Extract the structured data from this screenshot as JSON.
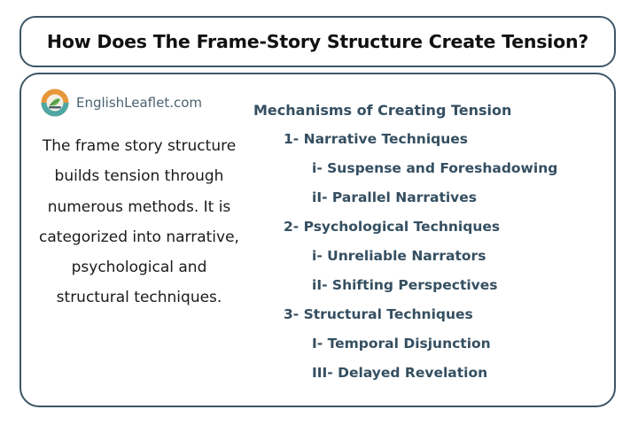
{
  "title": "How Does The Frame-Story Structure Create Tension?",
  "brand": {
    "name": "EnglishLeaflet.com",
    "logo_icon": "englishleaflet-logo-icon",
    "colors": {
      "border": "#3d5765",
      "outline_text": "#354f61",
      "logo_orange": "#e8963a",
      "logo_teal": "#4fa7a3"
    }
  },
  "description": "The frame story structure builds tension through numerous methods. It is categorized into narrative, psychological and structural techniques.",
  "outline": {
    "heading": "Mechanisms of Creating Tension",
    "items": [
      {
        "text": "1- Narrative Techniques",
        "level": 1
      },
      {
        "text": "i- Suspense and Foreshadowing",
        "level": 2
      },
      {
        "text": "iI- Parallel Narratives",
        "level": 2
      },
      {
        "text": "2- Psychological Techniques",
        "level": 1
      },
      {
        "text": "i- Unreliable Narrators",
        "level": 2
      },
      {
        "text": "iI- Shifting Perspectives",
        "level": 2
      },
      {
        "text": "3- Structural Techniques",
        "level": 1
      },
      {
        "text": "I- Temporal Disjunction",
        "level": 2
      },
      {
        "text": "III- Delayed Revelation",
        "level": 2
      }
    ]
  }
}
